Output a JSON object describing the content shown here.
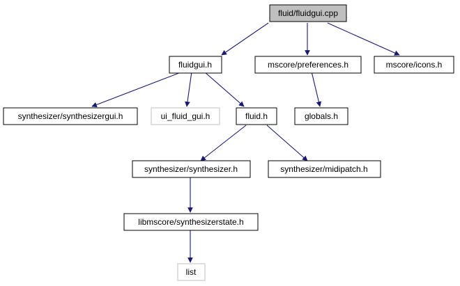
{
  "graph": {
    "nodes": {
      "fluidgui_cpp": "fluid/fluidgui.cpp",
      "fluidgui_h": "fluidgui.h",
      "preferences_h": "mscore/preferences.h",
      "icons_h": "mscore/icons.h",
      "synthesizergui_h": "synthesizer/synthesizergui.h",
      "ui_fluid_gui_h": "ui_fluid_gui.h",
      "fluid_h": "fluid.h",
      "globals_h": "globals.h",
      "synthesizer_h": "synthesizer/synthesizer.h",
      "midipatch_h": "synthesizer/midipatch.h",
      "synthesizerstate_h": "libmscore/synthesizerstate.h",
      "list": "list"
    },
    "colors": {
      "edge": "#191970",
      "root_fill": "#bfbfbf",
      "node_border": "#000000",
      "missing_border": "#bfbfbf"
    }
  }
}
